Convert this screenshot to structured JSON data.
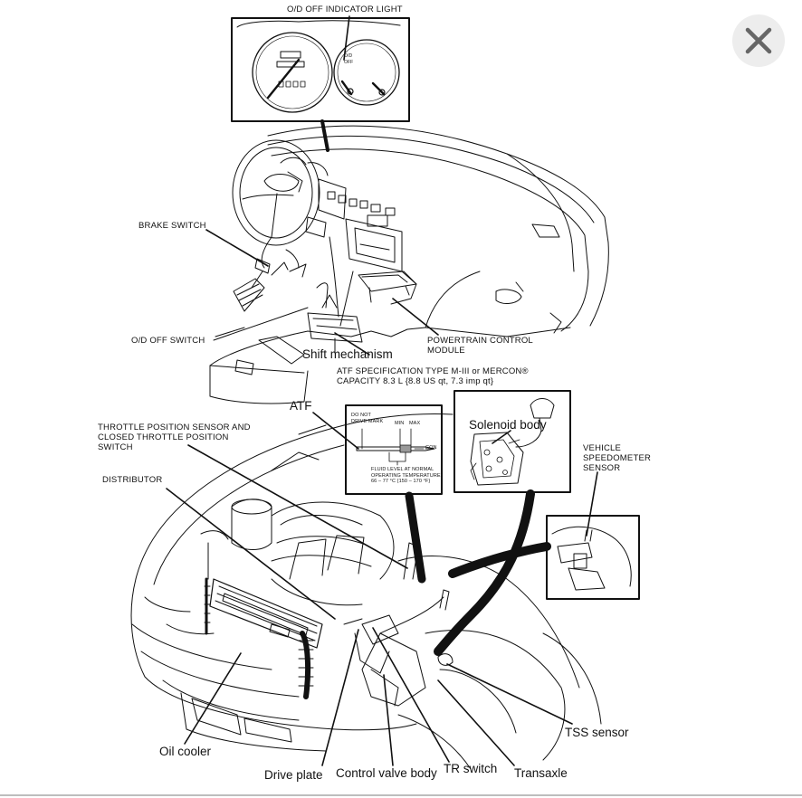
{
  "labels": {
    "od_off_indicator_light": "O/D OFF INDICATOR LIGHT",
    "brake_switch": "BRAKE SWITCH",
    "od_off_switch": "O/D OFF SWITCH",
    "shift_mechanism": "Shift mechanism",
    "powertrain_control_module": "POWERTRAIN CONTROL\nMODULE",
    "atf_specification": "ATF SPECIFICATION TYPE M-III or MERCON®\nCAPACITY 8.3 L {8.8 US qt, 7.3 imp qt}",
    "atf": "ATF",
    "throttle_position_sensor": "THROTTLE POSITION SENSOR AND\nCLOSED THROTTLE POSITION\nSWITCH",
    "distributor": "DISTRIBUTOR",
    "solenoid_body": "Solenoid body",
    "vehicle_speedometer_sensor": "VEHICLE\nSPEEDOMETER\nSENSOR",
    "oil_cooler": "Oil cooler",
    "drive_plate": "Drive plate",
    "control_valve_body": "Control valve body",
    "tr_switch": "TR switch",
    "tss_sensor": "TSS sensor",
    "transaxle": "Transaxle"
  },
  "gauge": {
    "od_off_text": "O/D\nOFF"
  },
  "dipstick": {
    "do_not_drive_mark": "DO NOT\nDRIVE MARK",
    "min": "MIN",
    "max": "MAX",
    "con": "CON",
    "fluid_level_note": "FLUID LEVEL AT NORMAL\nOPERATING TEMPERATURE\n66 – 77 °C {150 – 170 °F}"
  },
  "controls": {
    "close_icon": "close-icon"
  },
  "colors": {
    "ink": "#111111",
    "close_background": "#ededed",
    "close_glyph": "#666666"
  }
}
